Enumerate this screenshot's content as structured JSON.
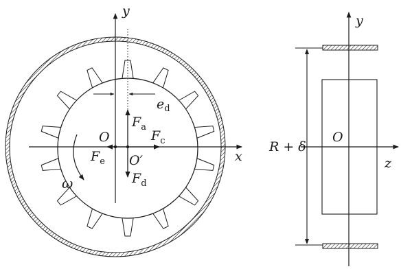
{
  "labels": {
    "left_y_axis": "y",
    "left_x_axis": "x",
    "eccentricity": "e",
    "eccentricity_sub": "d",
    "force_a": "F",
    "force_a_sub": "a",
    "force_c": "F",
    "force_c_sub": "c",
    "force_e": "F",
    "force_e_sub": "e",
    "force_d": "F",
    "force_d_sub": "d",
    "origin_o": "O",
    "origin_o_prime": "O′",
    "omega": "ω",
    "right_y_axis": "y",
    "right_z_axis": "z",
    "right_origin": "O",
    "gap_label": "R + δ"
  },
  "diagram": {
    "tooth_count": 14,
    "colors": {
      "line": "#1a1a1a",
      "background": "#ffffff"
    }
  }
}
